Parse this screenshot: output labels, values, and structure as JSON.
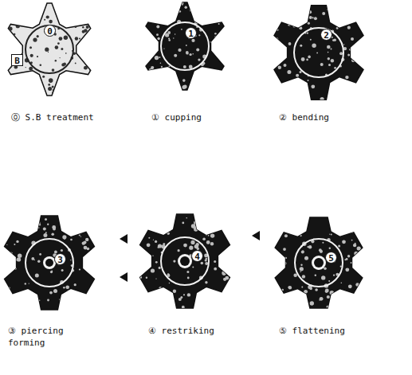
{
  "diagram": {
    "labels": [
      "0",
      "B",
      "1",
      "2",
      "3",
      "4",
      "5",
      "⓪ S.B treatment",
      "① cupping",
      "② bending",
      "③ piercing forming",
      "④ restriking",
      "⑤ flattening"
    ]
  }
}
